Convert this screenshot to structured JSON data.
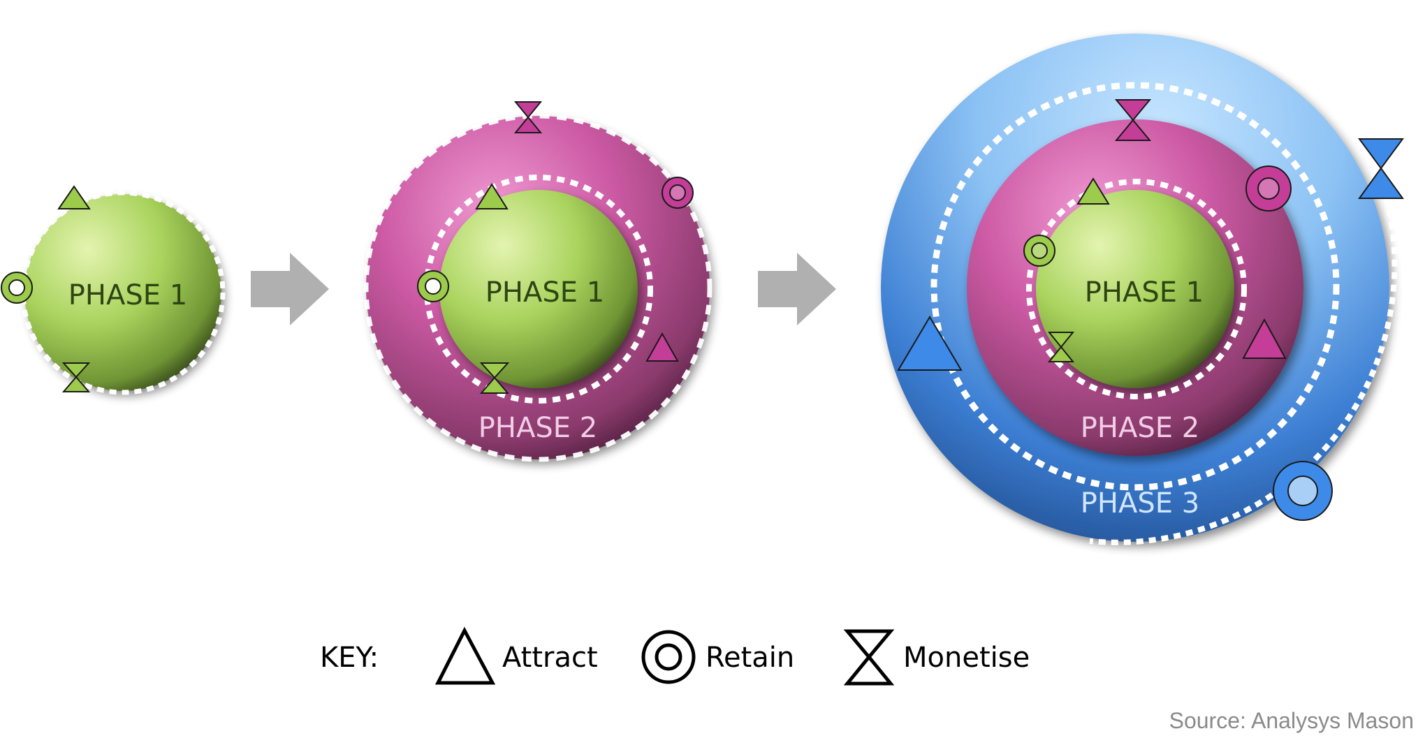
{
  "diagram": {
    "stages": [
      {
        "phases": [
          "PHASE 1"
        ]
      },
      {
        "phases": [
          "PHASE 1",
          "PHASE 2"
        ]
      },
      {
        "phases": [
          "PHASE 1",
          "PHASE 2",
          "PHASE 3"
        ]
      }
    ],
    "phase_colors": {
      "phase1": "#a8cf5a",
      "phase2": "#c2569c",
      "phase3": "#3f86d8"
    },
    "marker_colors": {
      "phase1": "#9dcb4b",
      "phase2": "#c43d96",
      "phase3": "#3d8ae8"
    },
    "arrow_color": "#b0b0b0"
  },
  "key": {
    "title": "KEY:",
    "items": [
      {
        "icon": "triangle-icon",
        "label": "Attract"
      },
      {
        "icon": "double-circle-icon",
        "label": "Retain"
      },
      {
        "icon": "hourglass-icon",
        "label": "Monetise"
      }
    ]
  },
  "source": "Source: Analysys Mason"
}
